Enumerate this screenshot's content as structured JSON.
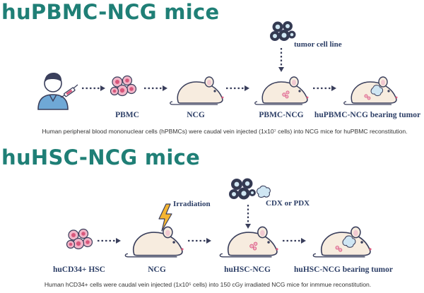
{
  "section1": {
    "title": "huPBMC-NCG mice",
    "labels": {
      "pbmc": "PBMC",
      "ncg": "NCG",
      "pbmc_ncg": "PBMC-NCG",
      "bearing": "huPBMC-NCG bearing tumor"
    },
    "tumor_label": "tumor cell line",
    "caption": "Human peripheral blood mononuclear cells (hPBMCs) were caudal vein injected (1x10⁷ cells) into NCG mice for huPBMC reconstitution."
  },
  "section2": {
    "title": "huHSC-NCG mice",
    "labels": {
      "hsc": "huCD34+ HSC",
      "ncg": "NCG",
      "hsc_ncg": "huHSC-NCG",
      "bearing": "huHSC-NCG bearing tumor"
    },
    "irradiation_label": "Irradiation",
    "tumor_label": "CDX or PDX",
    "caption": "Human hCD34+ cells were caudal vein injected (1x10⁵ cells) into 150 cGy irradiated NCG mice for inmmue reconstitution."
  },
  "colors": {
    "title": "#1f7f76",
    "outline": "#3a3f5c",
    "mouse_fill": "#f7ecdf",
    "cell_fill": "#f1b6c9",
    "cell_core": "#d9577c",
    "tumor_dark": "#33394f",
    "tumor_light": "#cfe6f3",
    "person_blue": "#6fa8d6",
    "lightning": "#f5b531"
  }
}
